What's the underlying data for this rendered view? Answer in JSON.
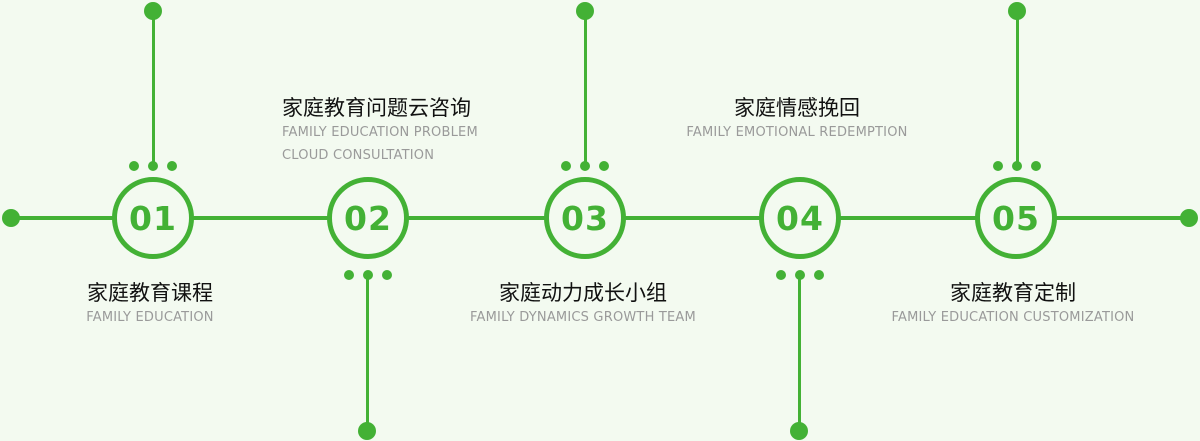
{
  "colors": {
    "accent": "#43b135",
    "background": "#f3faf0",
    "title": "#111111",
    "subtitle": "#9a9a9a"
  },
  "steps": [
    {
      "number": "01",
      "title": "家庭教育课程",
      "subtitle": "FAMILY EDUCATION",
      "label_position": "below",
      "stem": "up"
    },
    {
      "number": "02",
      "title": "家庭教育问题云咨询",
      "subtitle_line1": "FAMILY EDUCATION PROBLEM",
      "subtitle_line2": "CLOUD CONSULTATION",
      "label_position": "above",
      "stem": "down"
    },
    {
      "number": "03",
      "title": "家庭动力成长小组",
      "subtitle": "FAMILY DYNAMICS GROWTH TEAM",
      "label_position": "below",
      "stem": "up"
    },
    {
      "number": "04",
      "title": "家庭情感挽回",
      "subtitle": "FAMILY EMOTIONAL REDEMPTION",
      "label_position": "above",
      "stem": "down"
    },
    {
      "number": "05",
      "title": "家庭教育定制",
      "subtitle": "FAMILY EDUCATION CUSTOMIZATION",
      "label_position": "below",
      "stem": "up"
    }
  ]
}
